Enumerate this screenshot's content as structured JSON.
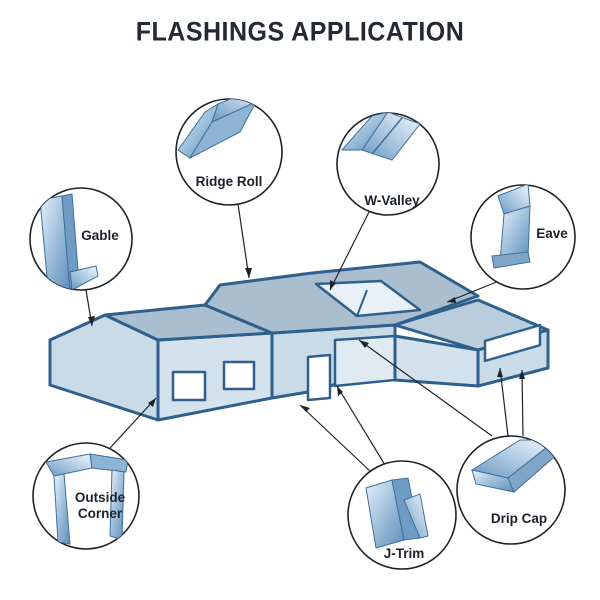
{
  "title": "FLASHINGS APPLICATION",
  "callouts": {
    "ridge_roll": "Ridge Roll",
    "w_valley": "W-Valley",
    "gable": "Gable",
    "eave": "Eave",
    "outside_corner": [
      "Outside",
      "Corner"
    ],
    "drip_cap": "Drip Cap",
    "j_trim": "J-Trim"
  },
  "colors": {
    "outline": "#2f5f8c",
    "wall": "#c9dbe7",
    "roof": "#a9bfcf",
    "trim_metal": "#7fa6c8",
    "text": "#1c2128"
  }
}
